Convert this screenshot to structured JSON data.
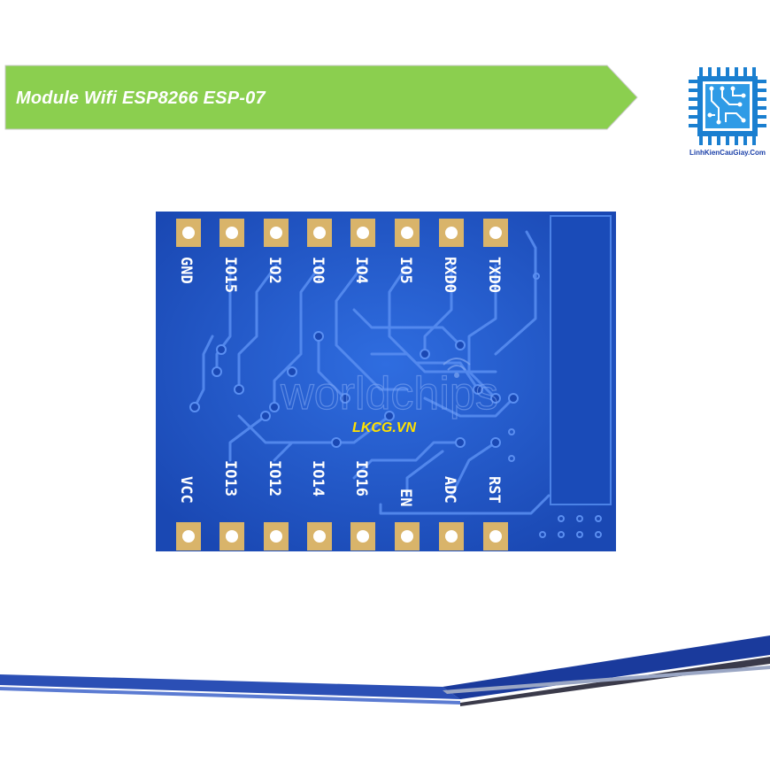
{
  "banner": {
    "title": "Module Wifi ESP8266 ESP-07",
    "color": "#8bcf4f"
  },
  "logo": {
    "icon": "circuit-chip-icon",
    "caption": "LinhKienCauGiay.Com",
    "color": "#1a7fd0"
  },
  "board": {
    "color": "#1f55c9",
    "watermark": "LKCG.VN",
    "faint_brand": "worldchips",
    "top_pins": [
      "GND",
      "IO15",
      "IO2",
      "IO0",
      "IO4",
      "IO5",
      "RXD0",
      "TXD0"
    ],
    "bottom_pins": [
      "VCC",
      "IO13",
      "IO12",
      "IO14",
      "IO16",
      "EN",
      "ADC",
      "RST"
    ]
  }
}
